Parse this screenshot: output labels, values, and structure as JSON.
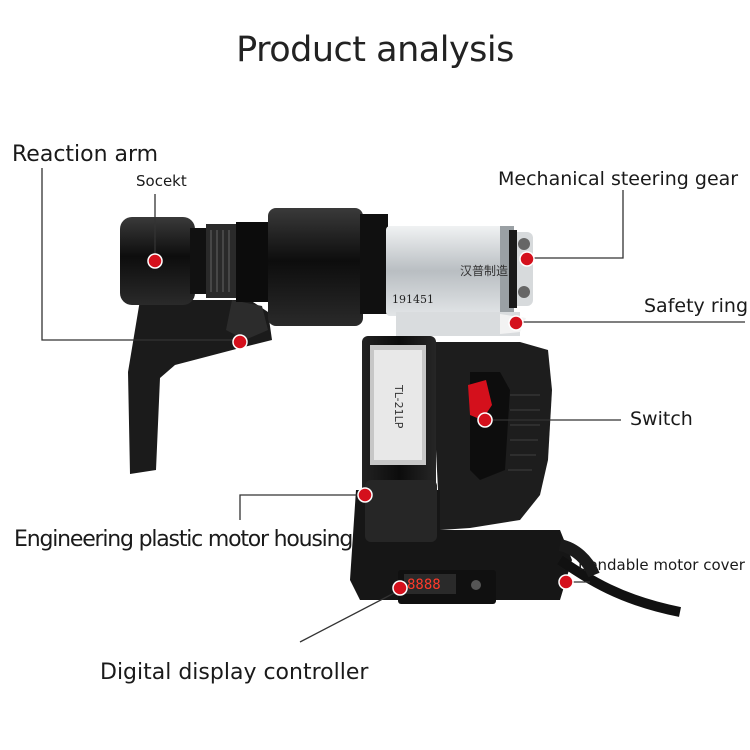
{
  "title": "Product analysis",
  "labels": {
    "reaction_arm": "Reaction arm",
    "socket": "Socekt",
    "steering_gear": "Mechanical steering gear",
    "safety_ring": "Safety ring",
    "switch": "Switch",
    "motor_housing": "Engineering plastic motor housing",
    "motor_cover": "Bendable motor cover",
    "display_controller": "Digital display controller"
  },
  "product": {
    "serial": "191451",
    "model": "TL-21LP",
    "brand_mark": "汉普制造",
    "display_reading": "8888"
  },
  "colors": {
    "marker": "#d4101c",
    "leader_line": "#333333",
    "body": "#141414",
    "silver": "#c9cdd0"
  }
}
